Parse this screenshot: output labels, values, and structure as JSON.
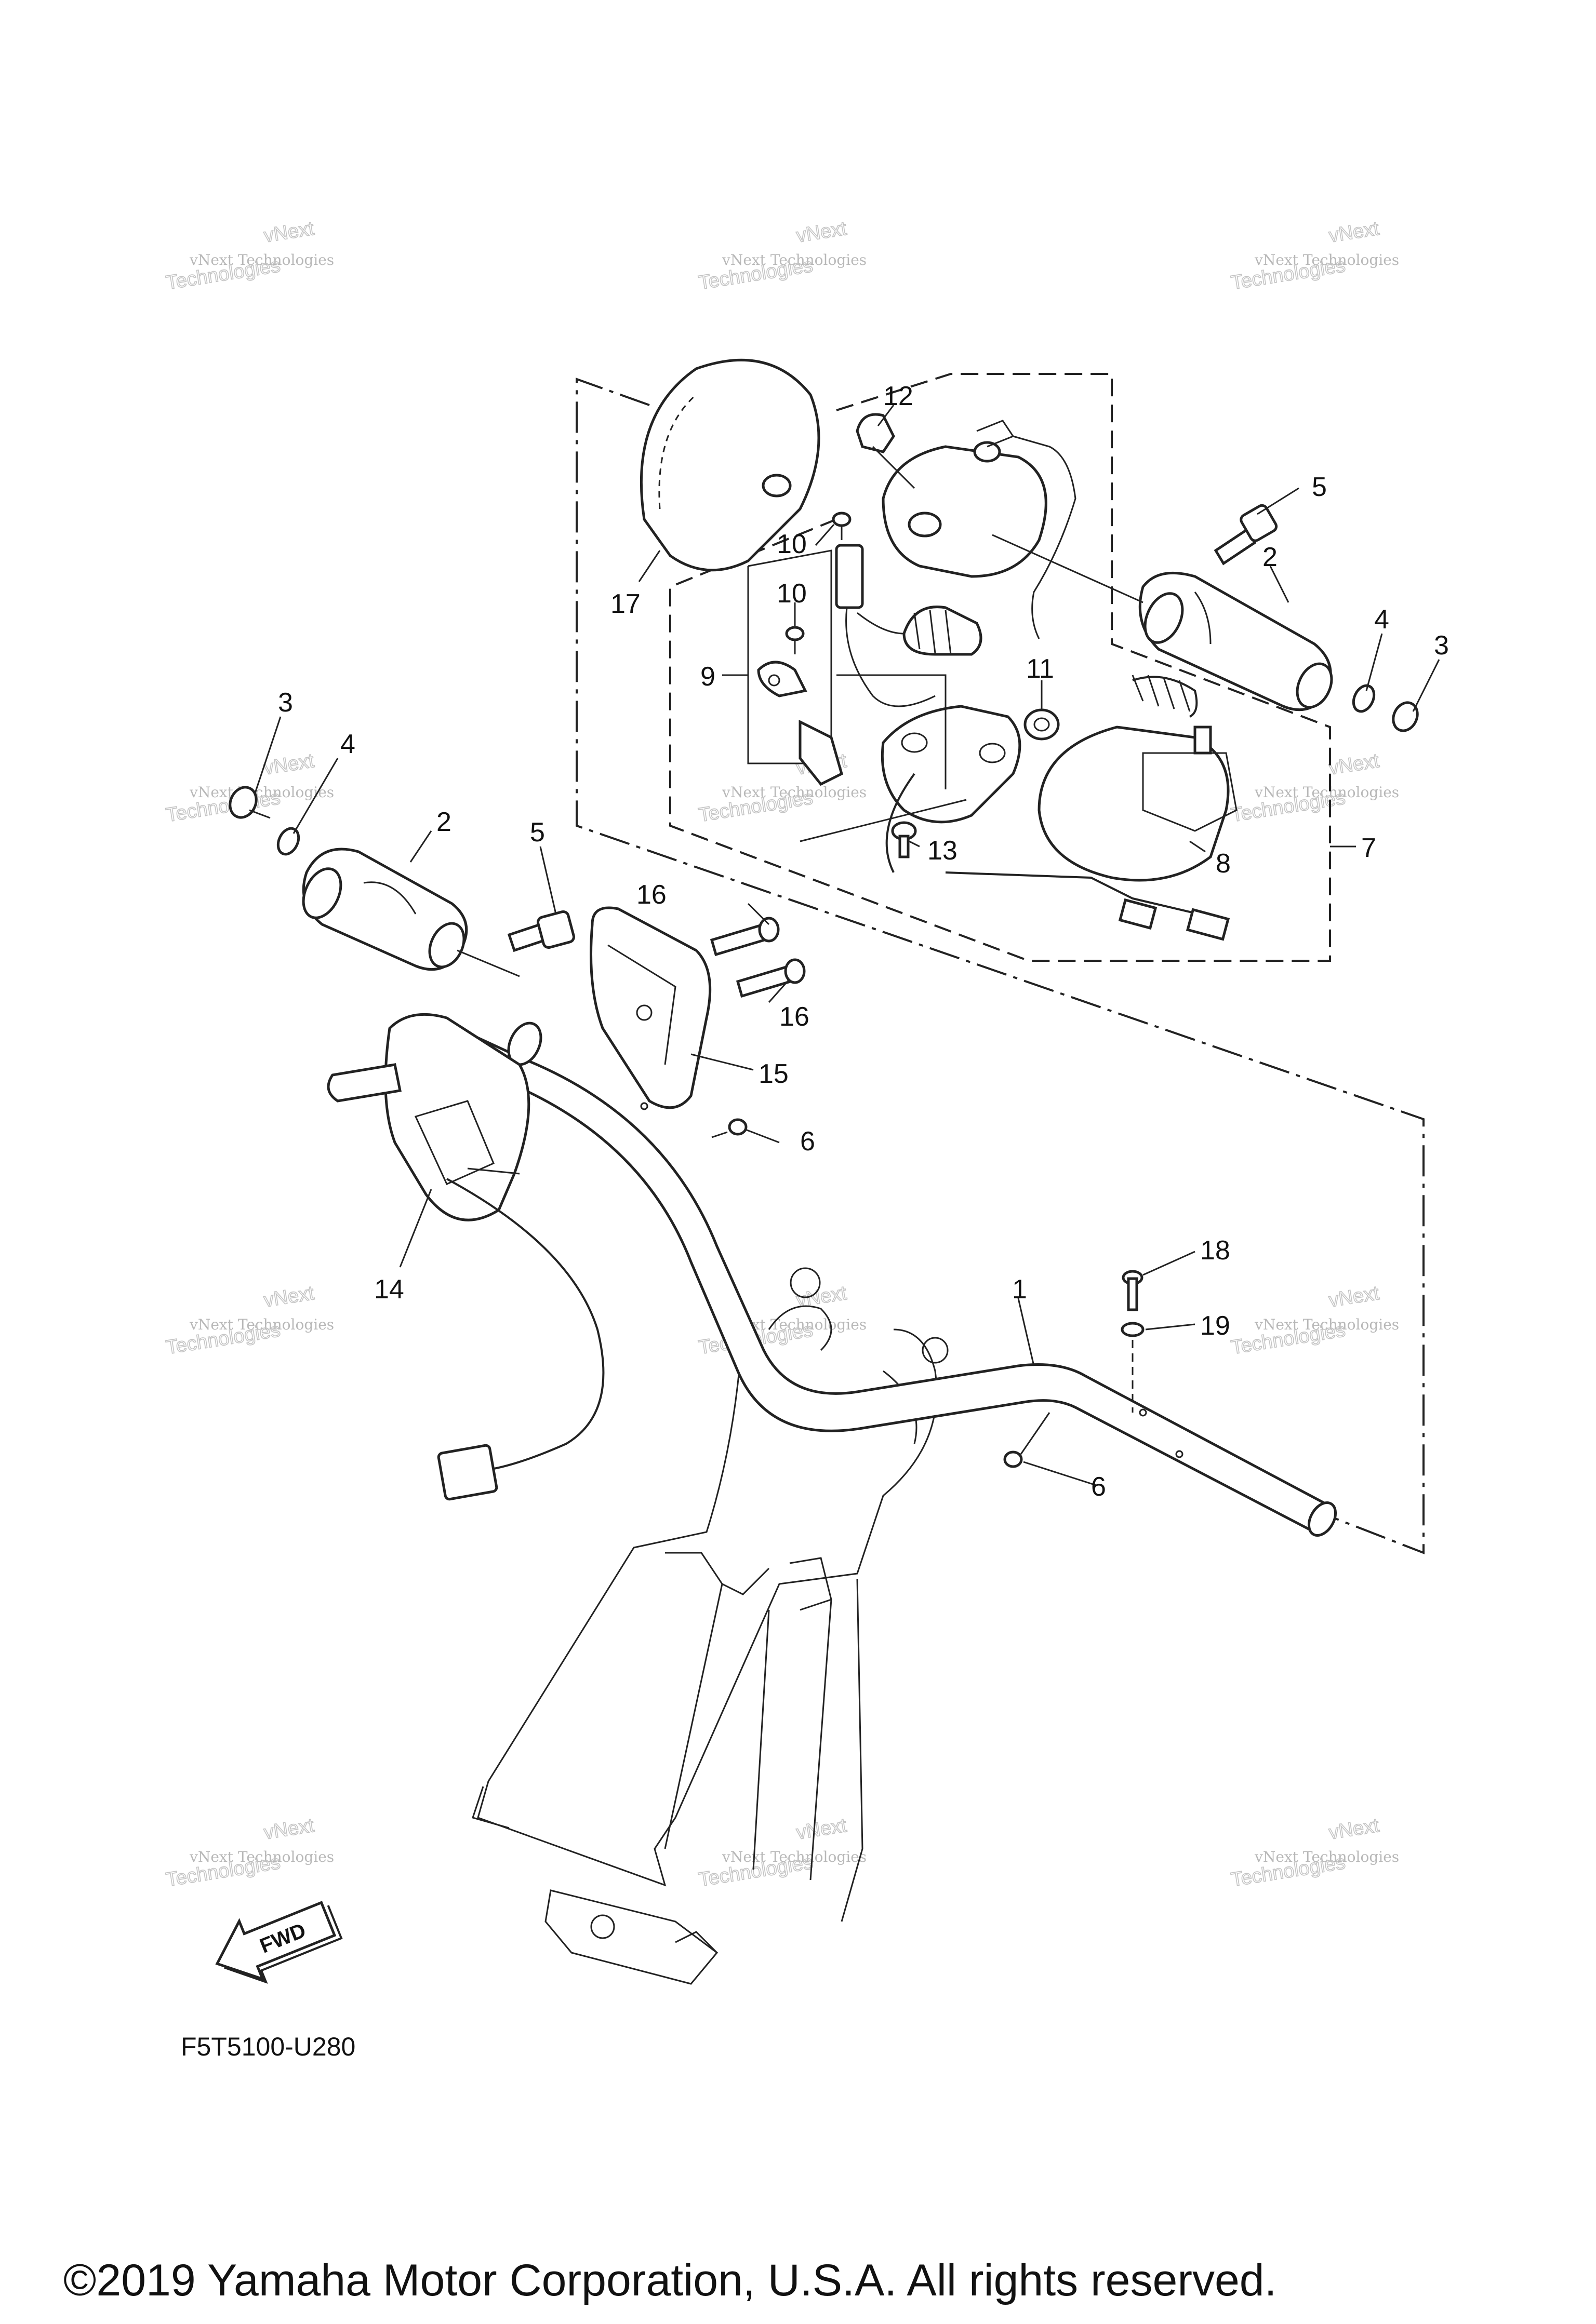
{
  "callouts": [
    {
      "id": "c1",
      "text": "1"
    },
    {
      "id": "c2a",
      "text": "2"
    },
    {
      "id": "c2b",
      "text": "2"
    },
    {
      "id": "c3a",
      "text": "3"
    },
    {
      "id": "c3b",
      "text": "3"
    },
    {
      "id": "c4a",
      "text": "4"
    },
    {
      "id": "c4b",
      "text": "4"
    },
    {
      "id": "c5a",
      "text": "5"
    },
    {
      "id": "c5b",
      "text": "5"
    },
    {
      "id": "c6a",
      "text": "6"
    },
    {
      "id": "c6b",
      "text": "6"
    },
    {
      "id": "c7",
      "text": "7"
    },
    {
      "id": "c8",
      "text": "8"
    },
    {
      "id": "c9",
      "text": "9"
    },
    {
      "id": "c10a",
      "text": "10"
    },
    {
      "id": "c10b",
      "text": "10"
    },
    {
      "id": "c11",
      "text": "11"
    },
    {
      "id": "c12",
      "text": "12"
    },
    {
      "id": "c13",
      "text": "13"
    },
    {
      "id": "c14",
      "text": "14"
    },
    {
      "id": "c15",
      "text": "15"
    },
    {
      "id": "c16a",
      "text": "16"
    },
    {
      "id": "c16b",
      "text": "16"
    },
    {
      "id": "c17",
      "text": "17"
    },
    {
      "id": "c18",
      "text": "18"
    },
    {
      "id": "c19",
      "text": "19"
    }
  ],
  "watermark": {
    "line1": "vNext Technologies",
    "line2a": "vNext",
    "line2b": "Technologies"
  },
  "fwd_label": "FWD",
  "diagram_code": "F5T5100-U280",
  "copyright": "©2019 Yamaha Motor Corporation, U.S.A. All rights reserved."
}
